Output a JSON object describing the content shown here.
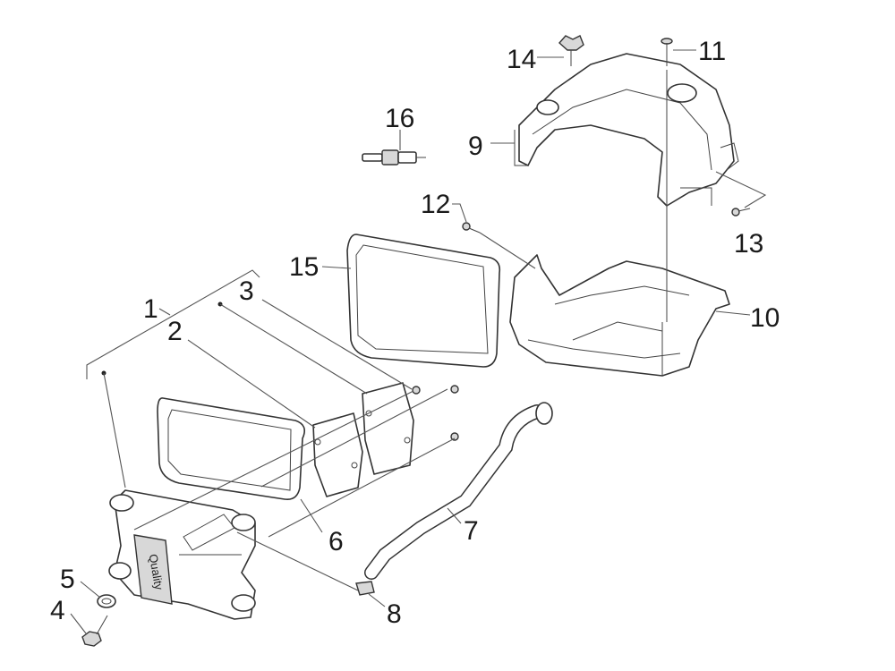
{
  "diagram": {
    "callouts": [
      {
        "id": "c1",
        "text": "1"
      },
      {
        "id": "c2",
        "text": "2"
      },
      {
        "id": "c3",
        "text": "3"
      },
      {
        "id": "c4",
        "text": "4"
      },
      {
        "id": "c5",
        "text": "5"
      },
      {
        "id": "c6",
        "text": "6"
      },
      {
        "id": "c7",
        "text": "7"
      },
      {
        "id": "c8",
        "text": "8"
      },
      {
        "id": "c9",
        "text": "9"
      },
      {
        "id": "c10",
        "text": "10"
      },
      {
        "id": "c11",
        "text": "11"
      },
      {
        "id": "c12",
        "text": "12"
      },
      {
        "id": "c13",
        "text": "13"
      },
      {
        "id": "c14",
        "text": "14"
      },
      {
        "id": "c15",
        "text": "15"
      },
      {
        "id": "c16",
        "text": "16"
      }
    ],
    "embossed_text": "Quality"
  }
}
